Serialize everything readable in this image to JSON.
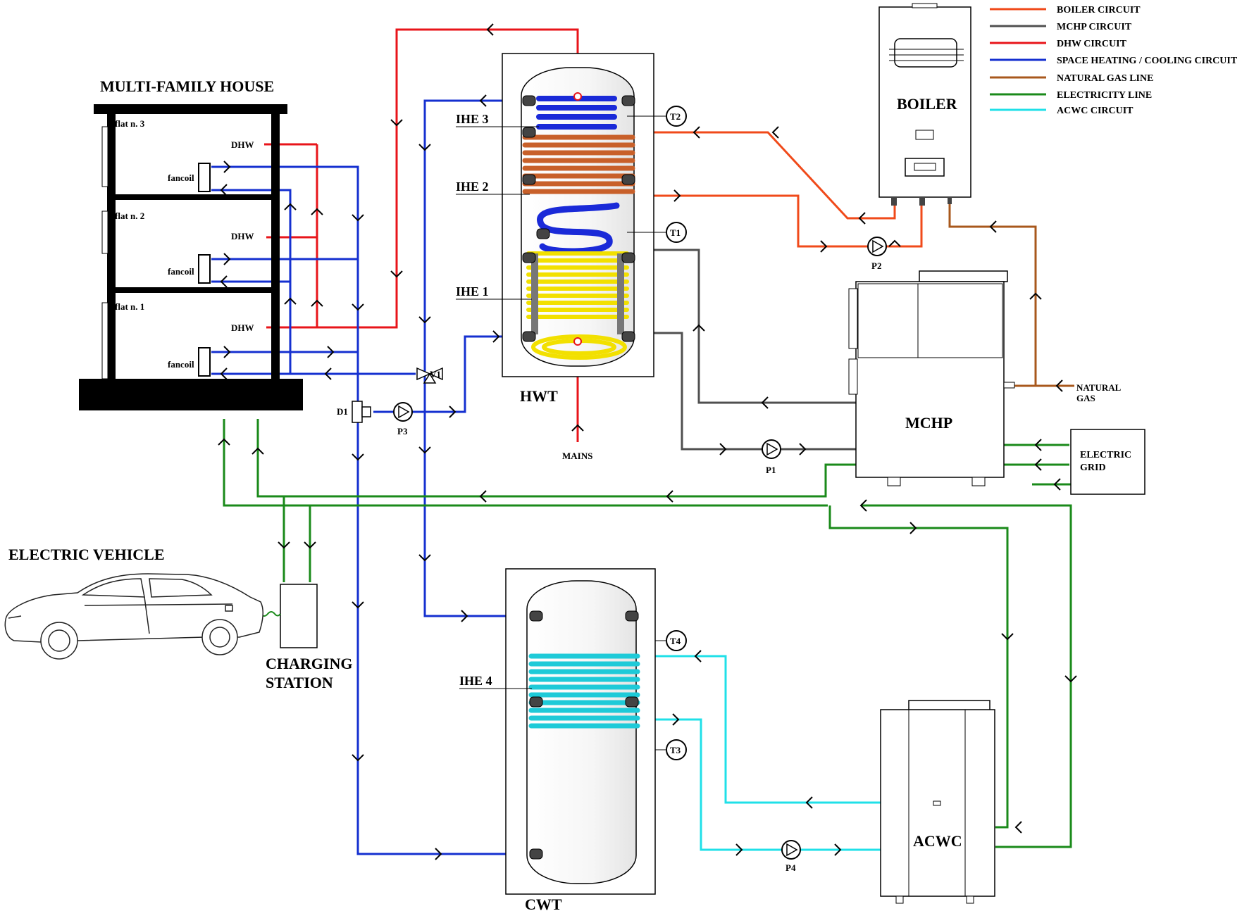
{
  "legend": [
    {
      "label": "BOILER CIRCUIT",
      "color": "#f04a1a"
    },
    {
      "label": "MCHP CIRCUIT",
      "color": "#505050"
    },
    {
      "label": "DHW CIRCUIT",
      "color": "#e8141a"
    },
    {
      "label": "SPACE HEATING / COOLING CIRCUIT",
      "color": "#1530d0"
    },
    {
      "label": "NATURAL GAS LINE",
      "color": "#a8581c"
    },
    {
      "label": "ELECTRICITY LINE",
      "color": "#1a8a1a"
    },
    {
      "label": "ACWC CIRCUIT",
      "color": "#20e0e8"
    }
  ],
  "house": {
    "title": "MULTI-FAMILY HOUSE",
    "flat3": "flat n. 3",
    "flat2": "flat n. 2",
    "flat1": "flat n. 1",
    "dhw": "DHW",
    "fancoil": "fancoil"
  },
  "components": {
    "boiler": "BOILER",
    "mchp": "MCHP",
    "hwt": "HWT",
    "cwt": "CWT",
    "acwc": "ACWC",
    "electric_grid_1": "ELECTRIC",
    "electric_grid_2": "GRID",
    "natural_gas_1": "NATURAL",
    "natural_gas_2": "GAS",
    "mains": "MAINS",
    "electric_vehicle": "ELECTRIC VEHICLE",
    "charging_station_1": "CHARGING",
    "charging_station_2": "STATION"
  },
  "exchangers": {
    "ihe1": "IHE 1",
    "ihe2": "IHE 2",
    "ihe3": "IHE 3",
    "ihe4": "IHE 4"
  },
  "sensors": {
    "t1": "T1",
    "t2": "T2",
    "t3": "T3",
    "t4": "T4"
  },
  "pumps": {
    "p1": "P1",
    "p2": "P2",
    "p3": "P3",
    "p4": "P4"
  },
  "valves": {
    "v1": "V1",
    "d1": "D1"
  }
}
